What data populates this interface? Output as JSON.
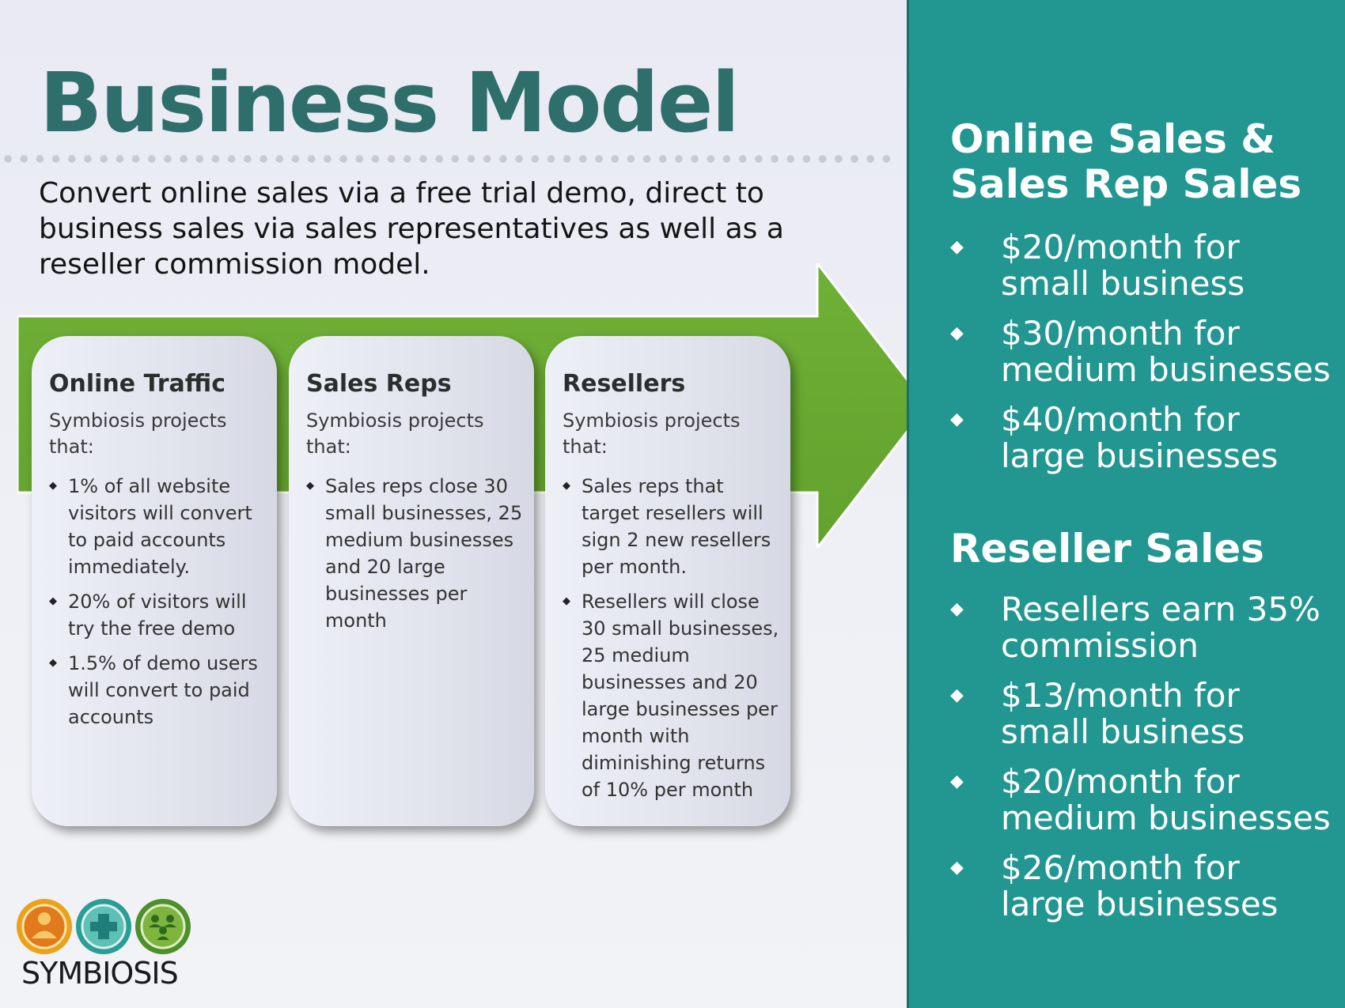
{
  "slide": {
    "title": "Business Model",
    "intro": "Convert online sales via a free trial demo, direct to business sales via sales representatives as well as a reseller commission model."
  },
  "colors": {
    "title": "#2e6e6b",
    "arrow": "#6aaa34",
    "panel": "#229690",
    "card": "#e4e6ef"
  },
  "cards": [
    {
      "title": "Online Traffic",
      "intro": "Symbiosis projects that:",
      "bullets": [
        "1% of all website visitors will convert to paid accounts immediately.",
        "20% of visitors will try the free demo",
        "1.5% of demo users will convert to paid accounts"
      ]
    },
    {
      "title": "Sales Reps",
      "intro": "Symbiosis projects that:",
      "bullets": [
        "Sales reps close 30 small businesses, 25 medium businesses and 20 large businesses per month"
      ]
    },
    {
      "title": "Resellers",
      "intro": "Symbiosis projects that:",
      "bullets": [
        "Sales reps that target resellers will sign 2 new resellers per month.",
        "Resellers will close 30 small businesses, 25 medium businesses and 20 large businesses per month with diminishing returns of 10% per month"
      ]
    }
  ],
  "panel": {
    "online_heading_1": "Online Sales &",
    "online_heading_2": "Sales Rep Sales",
    "online_items": [
      [
        "$20/month for",
        "small business"
      ],
      [
        "$30/month for",
        "medium businesses"
      ],
      [
        "$40/month for",
        "large businesses"
      ]
    ],
    "reseller_heading": "Reseller Sales",
    "reseller_items": [
      [
        "Resellers earn 35%",
        "commission"
      ],
      [
        "$13/month for",
        "small business"
      ],
      [
        "$20/month for",
        "medium businesses"
      ],
      [
        "$26/month for",
        "large businesses"
      ]
    ]
  },
  "logo": {
    "text": "SYMBIOSIS",
    "icons": [
      "person-icon",
      "plus-icon",
      "group-icon"
    ]
  }
}
